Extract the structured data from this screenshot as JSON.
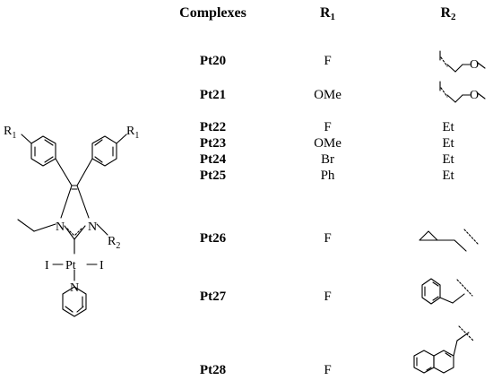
{
  "table": {
    "headers": {
      "complexes": "Complexes",
      "r1_main": "R",
      "r1_sub": "1",
      "r2_main": "R",
      "r2_sub": "2"
    },
    "rows": [
      {
        "code": "Pt20",
        "r1": "F",
        "r2": ""
      },
      {
        "code": "Pt21",
        "r1": "OMe",
        "r2": ""
      },
      {
        "code": "Pt22",
        "r1": "F",
        "r2": "Et"
      },
      {
        "code": "Pt23",
        "r1": "OMe",
        "r2": "Et"
      },
      {
        "code": "Pt24",
        "r1": "Br",
        "r2": "Et"
      },
      {
        "code": "Pt25",
        "r1": "Ph",
        "r2": "Et"
      },
      {
        "code": "Pt26",
        "r1": "F",
        "r2": ""
      },
      {
        "code": "Pt27",
        "r1": "F",
        "r2": ""
      },
      {
        "code": "Pt28",
        "r1": "F",
        "r2": ""
      }
    ],
    "r2_fragment_text": {
      "oxygen": "O"
    }
  },
  "structure": {
    "r_main": "R",
    "r_sub": "1",
    "r2_sub": "2",
    "n": "N",
    "iodide": "I",
    "pt": "Pt"
  }
}
